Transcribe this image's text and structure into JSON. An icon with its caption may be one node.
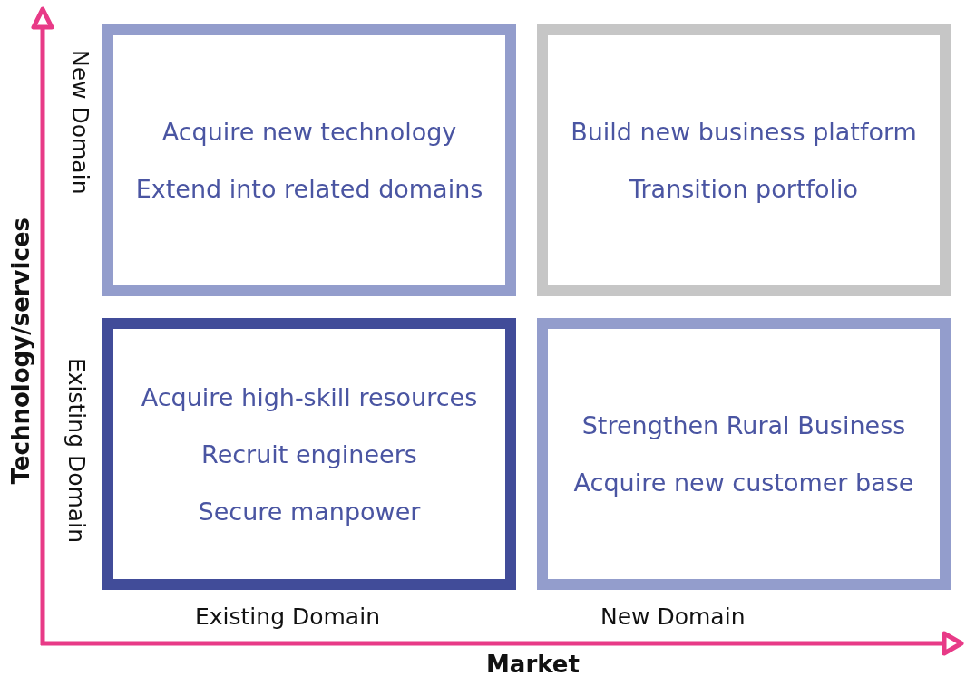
{
  "diagram": {
    "nodes": [
      {
        "text": [
          "Acquire new technology",
          "Extend into related domains"
        ]
      },
      {
        "text": [
          "Build new business platform",
          "Transition portfolio"
        ]
      },
      {
        "text": [
          "Acquire high-skill resources",
          "Recruit engineers",
          "Secure manpower"
        ]
      },
      {
        "text": [
          "Strengthen Rural Business",
          "Acquire new customer base"
        ]
      }
    ],
    "edges": [],
    "labels": [
      "New Domain",
      "Technology/services",
      "Existing Domain",
      "Existing Domain",
      "New Domain",
      "Market"
    ]
  }
}
